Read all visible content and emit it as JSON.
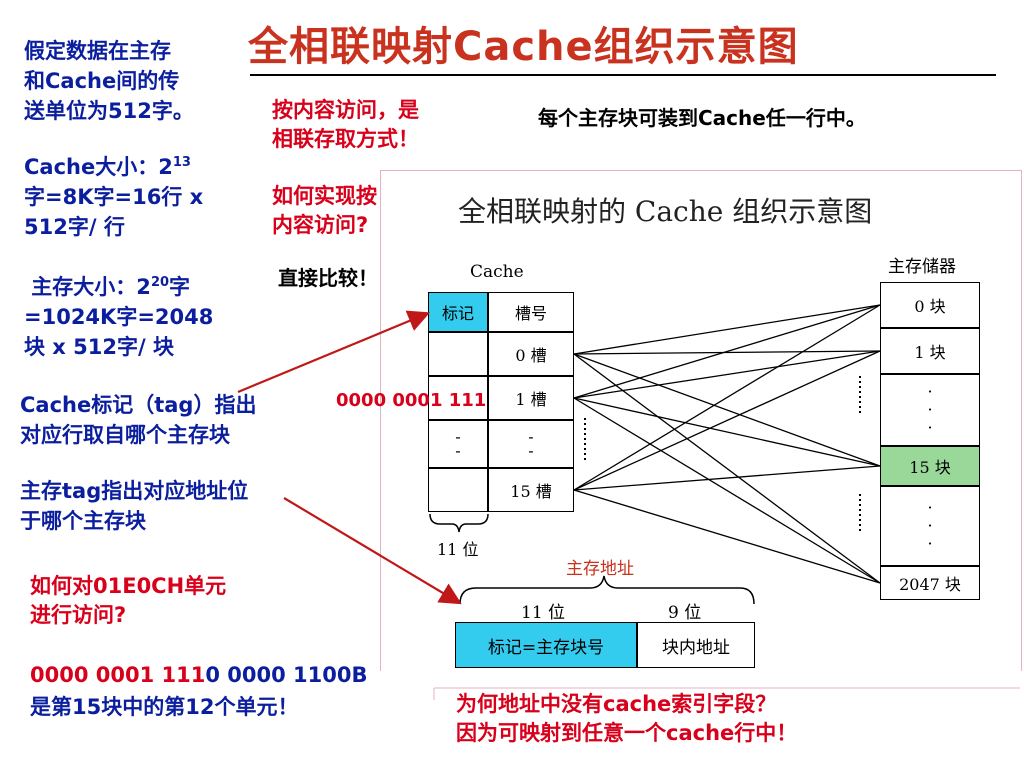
{
  "title": "全相联映射Cache组织示意图",
  "left": {
    "p1": [
      "假定数据在主存",
      "和Cache间的传",
      "送单位为512字。"
    ],
    "p2_prefix": "Cache大小：2",
    "p2_sup": "13",
    "p2_lines": [
      "字=8K字=16行 x",
      "512字/ 行"
    ],
    "p3_prefix": " 主存大小：2",
    "p3_sup": "20",
    "p3_suffix": "字",
    "p3_lines": [
      "=1024K字=2048",
      "块 x 512字/ 块"
    ],
    "p4": [
      "Cache标记（tag）指出",
      "对应行取自哪个主存块"
    ],
    "p5": [
      "主存tag指出对应地址位",
      "于哪个主存块"
    ],
    "p6": [
      "如何对01E0CH单元",
      "进行访问?"
    ],
    "p7_red": "0000 0001 111",
    "p7_black": "0 0000 1100B",
    "p8": "是第15块中的第12个单元！"
  },
  "mid": {
    "q1": [
      "按内容访问，是",
      "相联存取方式！"
    ],
    "q2": [
      "如何实现按",
      "内容访问?"
    ],
    "direct": "直接比较！",
    "tag_value": "0000 0001 111"
  },
  "right_top": "每个主存块可装到Cache任一行中。",
  "bottom_q": [
    "为何地址中没有cache索引字段？",
    "因为可映射到任意一个cache行中！"
  ],
  "figure": {
    "title": "全相联映射的 Cache 组织示意图",
    "cache_label": "Cache",
    "tag_header": "标记",
    "slot_header": "槽号",
    "slots": [
      "0 槽",
      "1 槽",
      "-\n-",
      "15 槽"
    ],
    "tag_dash": "-\n-",
    "cache_width": "11 位",
    "mem_label": "主存储器",
    "blocks": [
      "0 块",
      "1 块",
      "·\n·\n·",
      "15 块",
      "·\n·\n·",
      "2047 块"
    ],
    "addr_label": "主存地址",
    "addr_bits_tag": "11 位",
    "addr_bits_off": "9 位",
    "addr_tag": "标记=主存块号",
    "addr_off": "块内地址"
  },
  "colors": {
    "title": "#c8321e",
    "blue": "#0b1f9e",
    "red": "#d8001a",
    "tag_cell": "#33ccee",
    "highlight": "#99d899"
  }
}
